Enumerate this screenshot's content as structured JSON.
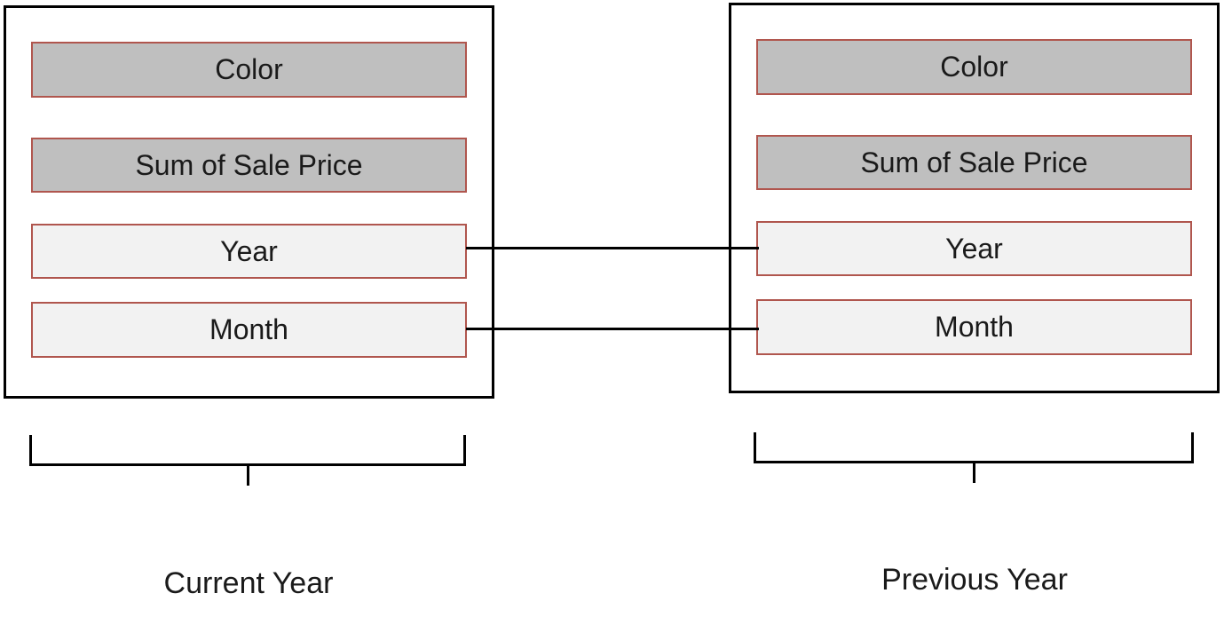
{
  "diagram": {
    "type": "query-field-relationship-diagram",
    "panels": [
      {
        "caption": "Current Year",
        "fields": [
          {
            "label": "Color",
            "variant": "dark"
          },
          {
            "label": "Sum of Sale Price",
            "variant": "dark"
          },
          {
            "label": "Year",
            "variant": "light"
          },
          {
            "label": "Month",
            "variant": "light"
          }
        ]
      },
      {
        "caption": "Previous Year",
        "fields": [
          {
            "label": "Color",
            "variant": "dark"
          },
          {
            "label": "Sum of Sale Price",
            "variant": "dark"
          },
          {
            "label": "Year",
            "variant": "light"
          },
          {
            "label": "Month",
            "variant": "light"
          }
        ]
      }
    ],
    "connections": [
      {
        "from": "Current Year / Year",
        "to": "Previous Year / Year"
      },
      {
        "from": "Current Year / Month",
        "to": "Previous Year / Month"
      }
    ],
    "colors": {
      "field_border": "#b0564e",
      "field_fill_dark": "#bfbfbf",
      "field_fill_light": "#f2f2f2",
      "line": "#000000",
      "text": "#1a1a1a",
      "background": "#ffffff"
    }
  }
}
